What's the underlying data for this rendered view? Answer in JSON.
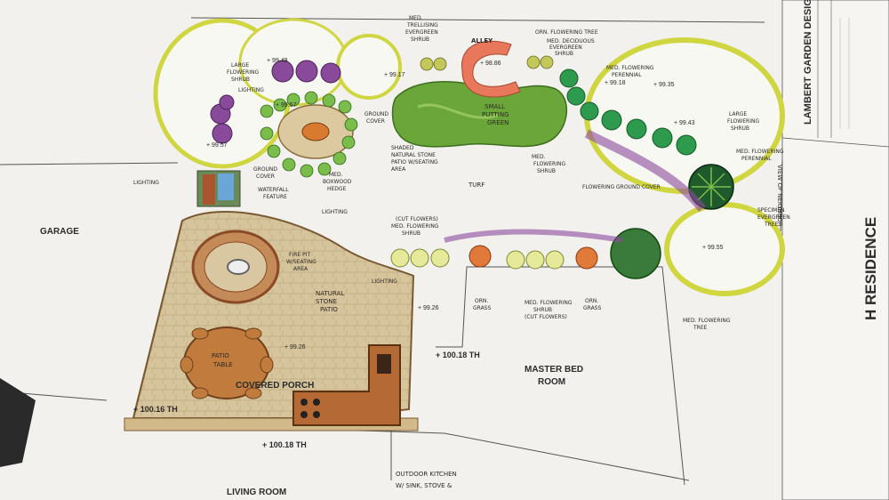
{
  "title_block": {
    "firm": "LAMBERT GARDEN DESIGN",
    "residence": "H RESIDENCE"
  },
  "rooms": {
    "garage": "GARAGE",
    "master_bed_line1": "MASTER BED",
    "master_bed_line2": "ROOM",
    "living_room": "LIVING ROOM",
    "covered_porch": "COVERED PORCH"
  },
  "elevations": {
    "e1": "+ 99.49",
    "e2": "+ 99.17",
    "e3": "+ 98.86",
    "e4": "+ 99.18",
    "e5": "+ 99.35",
    "e6": "+ 99.43",
    "e7": "+ 99.57",
    "e8": "+ 99.57",
    "e9": "+ 99.55",
    "e10": "+ 99.26",
    "e11": "+ 99.26",
    "e12": "+ 100.18 TH",
    "e13": "+ 100.16 TH",
    "e14": "+ 100.18 TH"
  },
  "labels": {
    "alley": "ALLEY",
    "med_trellising_1": "MED.",
    "med_trellising_2": "TRELLISING",
    "med_trellising_3": "EVERGREEN",
    "med_trellising_4": "SHRUB",
    "orn_tree": "ORN. FLOWERING TREE",
    "med_deciduous_1": "MED. DECIDUOUS",
    "med_deciduous_2": "EVERGREEN",
    "med_deciduous_3": "SHRUB",
    "large_flowering_1": "LARGE",
    "large_flowering_2": "FLOWERING",
    "large_flowering_3": "SHRUB",
    "lighting_top": "LIGHTING",
    "med_flowering_perennial_1": "MED. FLOWERING",
    "med_flowering_perennial_2": "PERENNIAL",
    "small_putting_1": "SMALL",
    "small_putting_2": "PUTTING",
    "small_putting_3": "GREEN",
    "ground_cover_1": "GROUND",
    "ground_cover_2": "COVER",
    "shaded_1": "SHADED",
    "shaded_2": "NATURAL STONE",
    "shaded_3": "PATIO W/SEATING",
    "shaded_4": "AREA",
    "ground_cover_left_1": "GROUND",
    "ground_cover_left_2": "COVER",
    "med_boxwood_1": "MED.",
    "med_boxwood_2": "BOXWOOD",
    "med_boxwood_3": "HEDGE",
    "large_flowering_right_1": "LARGE",
    "large_flowering_right_2": "FLOWERING",
    "large_flowering_right_3": "SHRUB",
    "med_flowering_perennial_r1": "MED. FLOWERING",
    "med_flowering_perennial_r2": "PERENNIAL",
    "med_flowering_shrub_1": "MED.",
    "med_flowering_shrub_2": "FLOWERING",
    "med_flowering_shrub_3": "SHRUB",
    "turf": "TURF",
    "flowering_groundcover": "FLOWERING GROUND COVER",
    "specimen_1": "SPECIMEN",
    "specimen_2": "EVERGREEN",
    "specimen_3": "TREE",
    "lighting_left": "LIGHTING",
    "waterfall_1": "WATERFALL",
    "waterfall_2": "FEATURE",
    "lighting_mid": "LIGHTING",
    "cut_flowers_1": "(CUT FLOWERS)",
    "cut_flowers_2": "MED. FLOWERING",
    "cut_flowers_3": "SHRUB",
    "fire_pit_1": "FIRE PIT",
    "fire_pit_2": "W/SEATING",
    "fire_pit_3": "AREA",
    "natural_stone_1": "NATURAL",
    "natural_stone_2": "STONE",
    "natural_stone_3": "PATIO",
    "lighting_patio": "LIGHTING",
    "orn_grass_1": "ORN.",
    "orn_grass_2": "GRASS",
    "med_flowering_cut_1": "MED. FLOWERING",
    "med_flowering_cut_2": "SHRUB",
    "med_flowering_cut_3": "(CUT FLOWERS)",
    "orn_grass_b1": "ORN.",
    "orn_grass_b2": "GRASS",
    "med_flowering_tree_1": "MED. FLOWERING",
    "med_flowering_tree_2": "TREE",
    "view_neighbor": "VIEW OF NEIGHBOR",
    "patio_table_1": "PATIO",
    "patio_table_2": "TABLE",
    "outdoor_kitchen_1": "OUTDOOR KITCHEN",
    "outdoor_kitchen_2": "W/ SINK, STOVE &"
  },
  "colors": {
    "paper": "#f3f2ee",
    "turf_green": "#6aa63a",
    "yellow_green": "#cfd640",
    "patio_tan": "#d8c7a0",
    "brick_red": "#a9552f",
    "purple": "#8a4a9c",
    "salmon": "#e8775b"
  }
}
